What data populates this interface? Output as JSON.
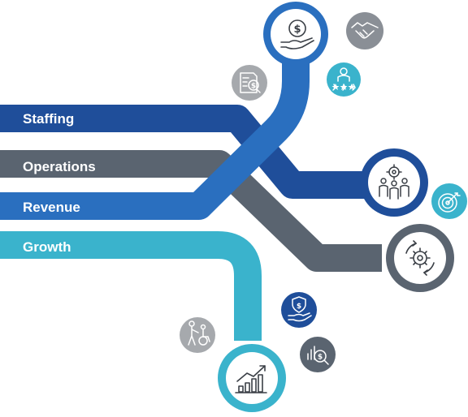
{
  "lanes": [
    {
      "id": "staffing",
      "label": "Staffing",
      "color": "#1f4e9a",
      "hub_icon": "team-target-icon"
    },
    {
      "id": "operations",
      "label": "Operations",
      "color": "#5a6470",
      "hub_icon": "gear-cycle-icon"
    },
    {
      "id": "revenue",
      "label": "Revenue",
      "color": "#2a6fbf",
      "hub_icon": "hand-dollar-icon"
    },
    {
      "id": "growth",
      "label": "Growth",
      "color": "#3ab3cc",
      "hub_icon": "growth-chart-icon"
    }
  ],
  "satellite_icons": [
    {
      "name": "handshake-icon",
      "color": "#8a8f96"
    },
    {
      "name": "star-employee-icon",
      "color": "#3ab3cc"
    },
    {
      "name": "dollar-document-icon",
      "color": "#a6a9ad"
    },
    {
      "name": "target-icon",
      "color": "#3ab3cc"
    },
    {
      "name": "secure-money-icon",
      "color": "#1f4e9a"
    },
    {
      "name": "caregiver-wheelchair-icon",
      "color": "#a6a9ad"
    },
    {
      "name": "financial-analysis-icon",
      "color": "#5a6470"
    }
  ]
}
